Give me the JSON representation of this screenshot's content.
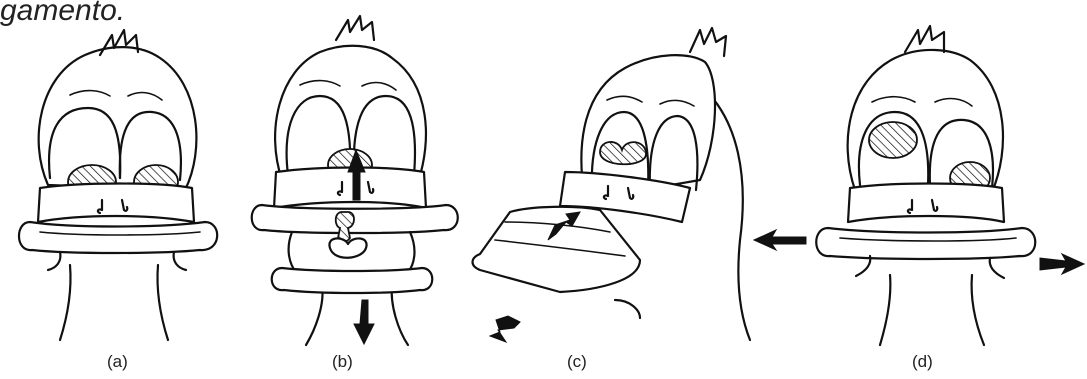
{
  "caption": "gamento.",
  "panels": [
    {
      "id": "a",
      "label": "(a)"
    },
    {
      "id": "b",
      "label": "(b)"
    },
    {
      "id": "c",
      "label": "(c)"
    },
    {
      "id": "d",
      "label": "(d)"
    }
  ],
  "colors": {
    "ink": "#111111",
    "background": "#ffffff"
  }
}
